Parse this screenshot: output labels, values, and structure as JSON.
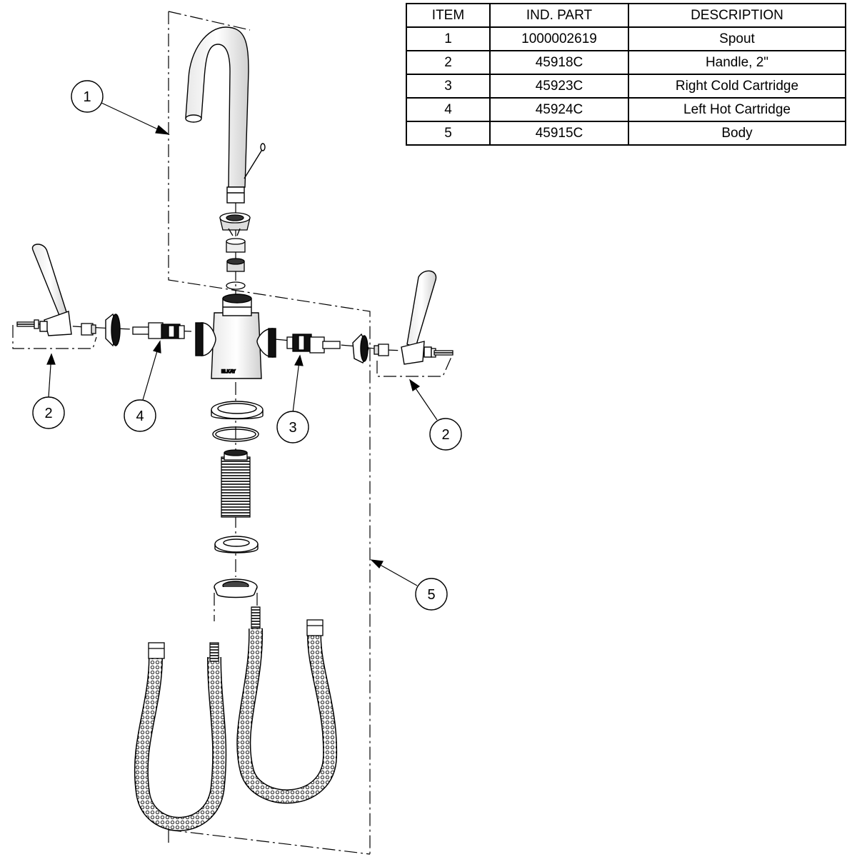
{
  "parts_table": {
    "headers": {
      "item": "ITEM",
      "part": "IND. PART",
      "description": "DESCRIPTION"
    },
    "rows": [
      {
        "item": "1",
        "part": "1000002619",
        "description": "Spout"
      },
      {
        "item": "2",
        "part": "45918C",
        "description": "Handle, 2\""
      },
      {
        "item": "3",
        "part": "45923C",
        "description": "Right Cold Cartridge"
      },
      {
        "item": "4",
        "part": "45924C",
        "description": "Left Hot Cartridge"
      },
      {
        "item": "5",
        "part": "45915C",
        "description": "Body"
      }
    ]
  },
  "callouts": {
    "spout": "1",
    "handle_left": "2",
    "handle_right": "2",
    "cold_cartridge": "3",
    "hot_cartridge": "4",
    "body": "5"
  },
  "body_brand": "ELKAY"
}
